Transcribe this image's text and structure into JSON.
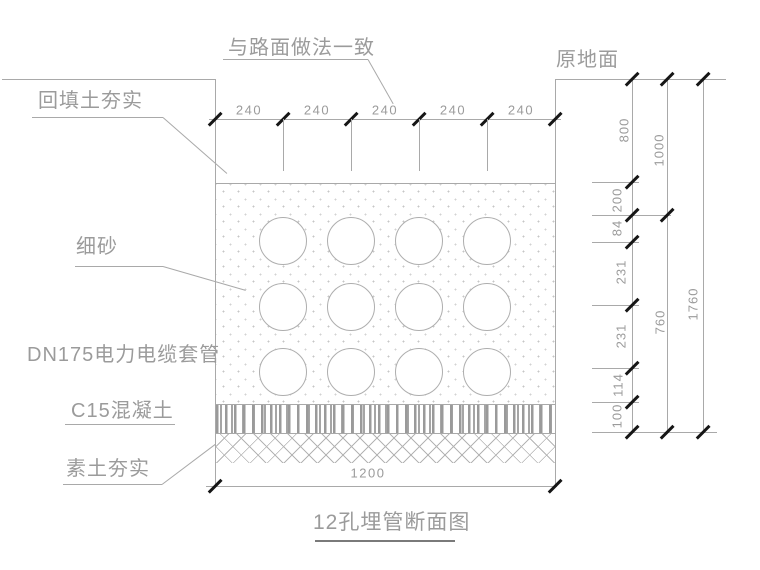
{
  "drawing": {
    "title": "12孔埋管断面图",
    "labels": {
      "match_road": "与路面做法一致",
      "original_ground": "原地面",
      "backfill_compacted": "回填土夯实",
      "fine_sand": "细砂",
      "cable_duct": "DN175电力电缆套管",
      "c15_concrete": "C15混凝土",
      "plain_soil_compacted": "素土夯实"
    },
    "dims": {
      "top_240": [
        "240",
        "240",
        "240",
        "240",
        "240"
      ],
      "bottom_width": "1200",
      "right_inner": {
        "d800": "800",
        "d200": "200",
        "d84": "84",
        "d231a": "231",
        "d231b": "231",
        "d114": "114",
        "d100": "100"
      },
      "right_mid": {
        "d1000": "1000",
        "d760": "760"
      },
      "right_outer": {
        "d1760": "1760"
      }
    },
    "pipe_count": 12,
    "colors": {
      "line": "#a9a9a9",
      "text": "#9b9b9b",
      "tick": "#161616",
      "title_underline": "#7a7a7a"
    }
  }
}
